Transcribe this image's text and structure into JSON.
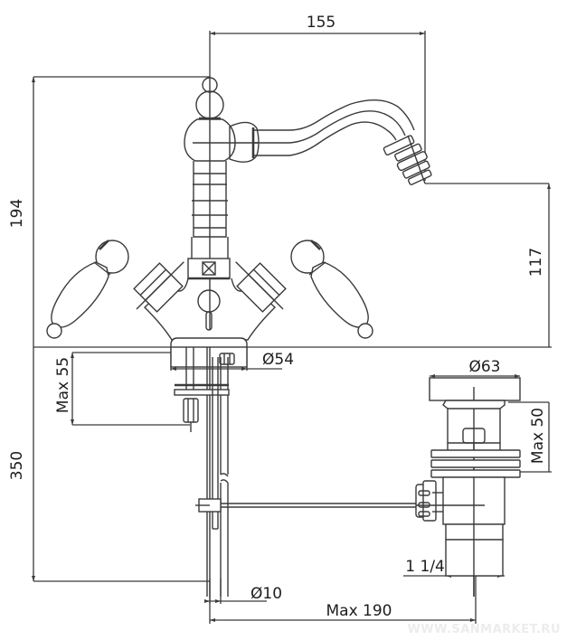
{
  "drawing": {
    "title": "Bidet mixer with pop-up waste — dimensional drawing",
    "units": "mm",
    "line_color": "#3a3a3c",
    "background": "#ffffff"
  },
  "dimensions": {
    "spout_reach": "155",
    "total_height": "194",
    "spout_outlet_height": "117",
    "max_deck_thickness": "Max 55",
    "flexible_hose_length": "350",
    "base_diameter": "Ø54",
    "waste_flange_diameter": "Ø63",
    "waste_max_height": "Max 50",
    "waste_thread": "1 1/4\"",
    "supply_pipe_diameter": "Ø10",
    "max_rod_distance": "Max 190"
  },
  "watermark": "WWW.SANMARKET.RU"
}
